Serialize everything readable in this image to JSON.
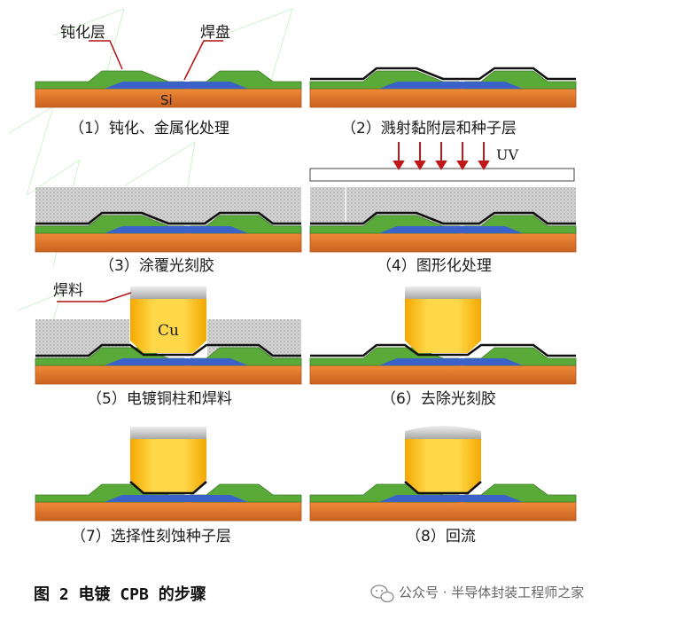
{
  "labels": {
    "passivation": "钝化层",
    "pad": "焊盘",
    "si": "Si",
    "uv": "UV",
    "solder": "焊料",
    "cu": "Cu"
  },
  "steps": [
    "（1）钝化、金属化处理",
    "（2）溅射黏附层和种子层",
    "（3）涂覆光刻胶",
    "（4）图形化处理",
    "（5）电镀铜柱和焊料",
    "（6）去除光刻胶",
    "（7）选择性刻蚀种子层",
    "（8）回流"
  ],
  "figure_caption": "图 2  电镀 CPB 的步骤",
  "watermark": "公众号 · 半导体封装工程师之家",
  "colors": {
    "substrate": "#e07a2c",
    "substrate_edge": "#b5541a",
    "passivation": "#5aaa3a",
    "pad": "#3a62c8",
    "seed": "#111111",
    "photoresist": "#d4d4d4",
    "copper": "#ffbd22",
    "solder": "#c8c8c8",
    "leader": "#b01010",
    "uv_arrow": "#c01818"
  }
}
